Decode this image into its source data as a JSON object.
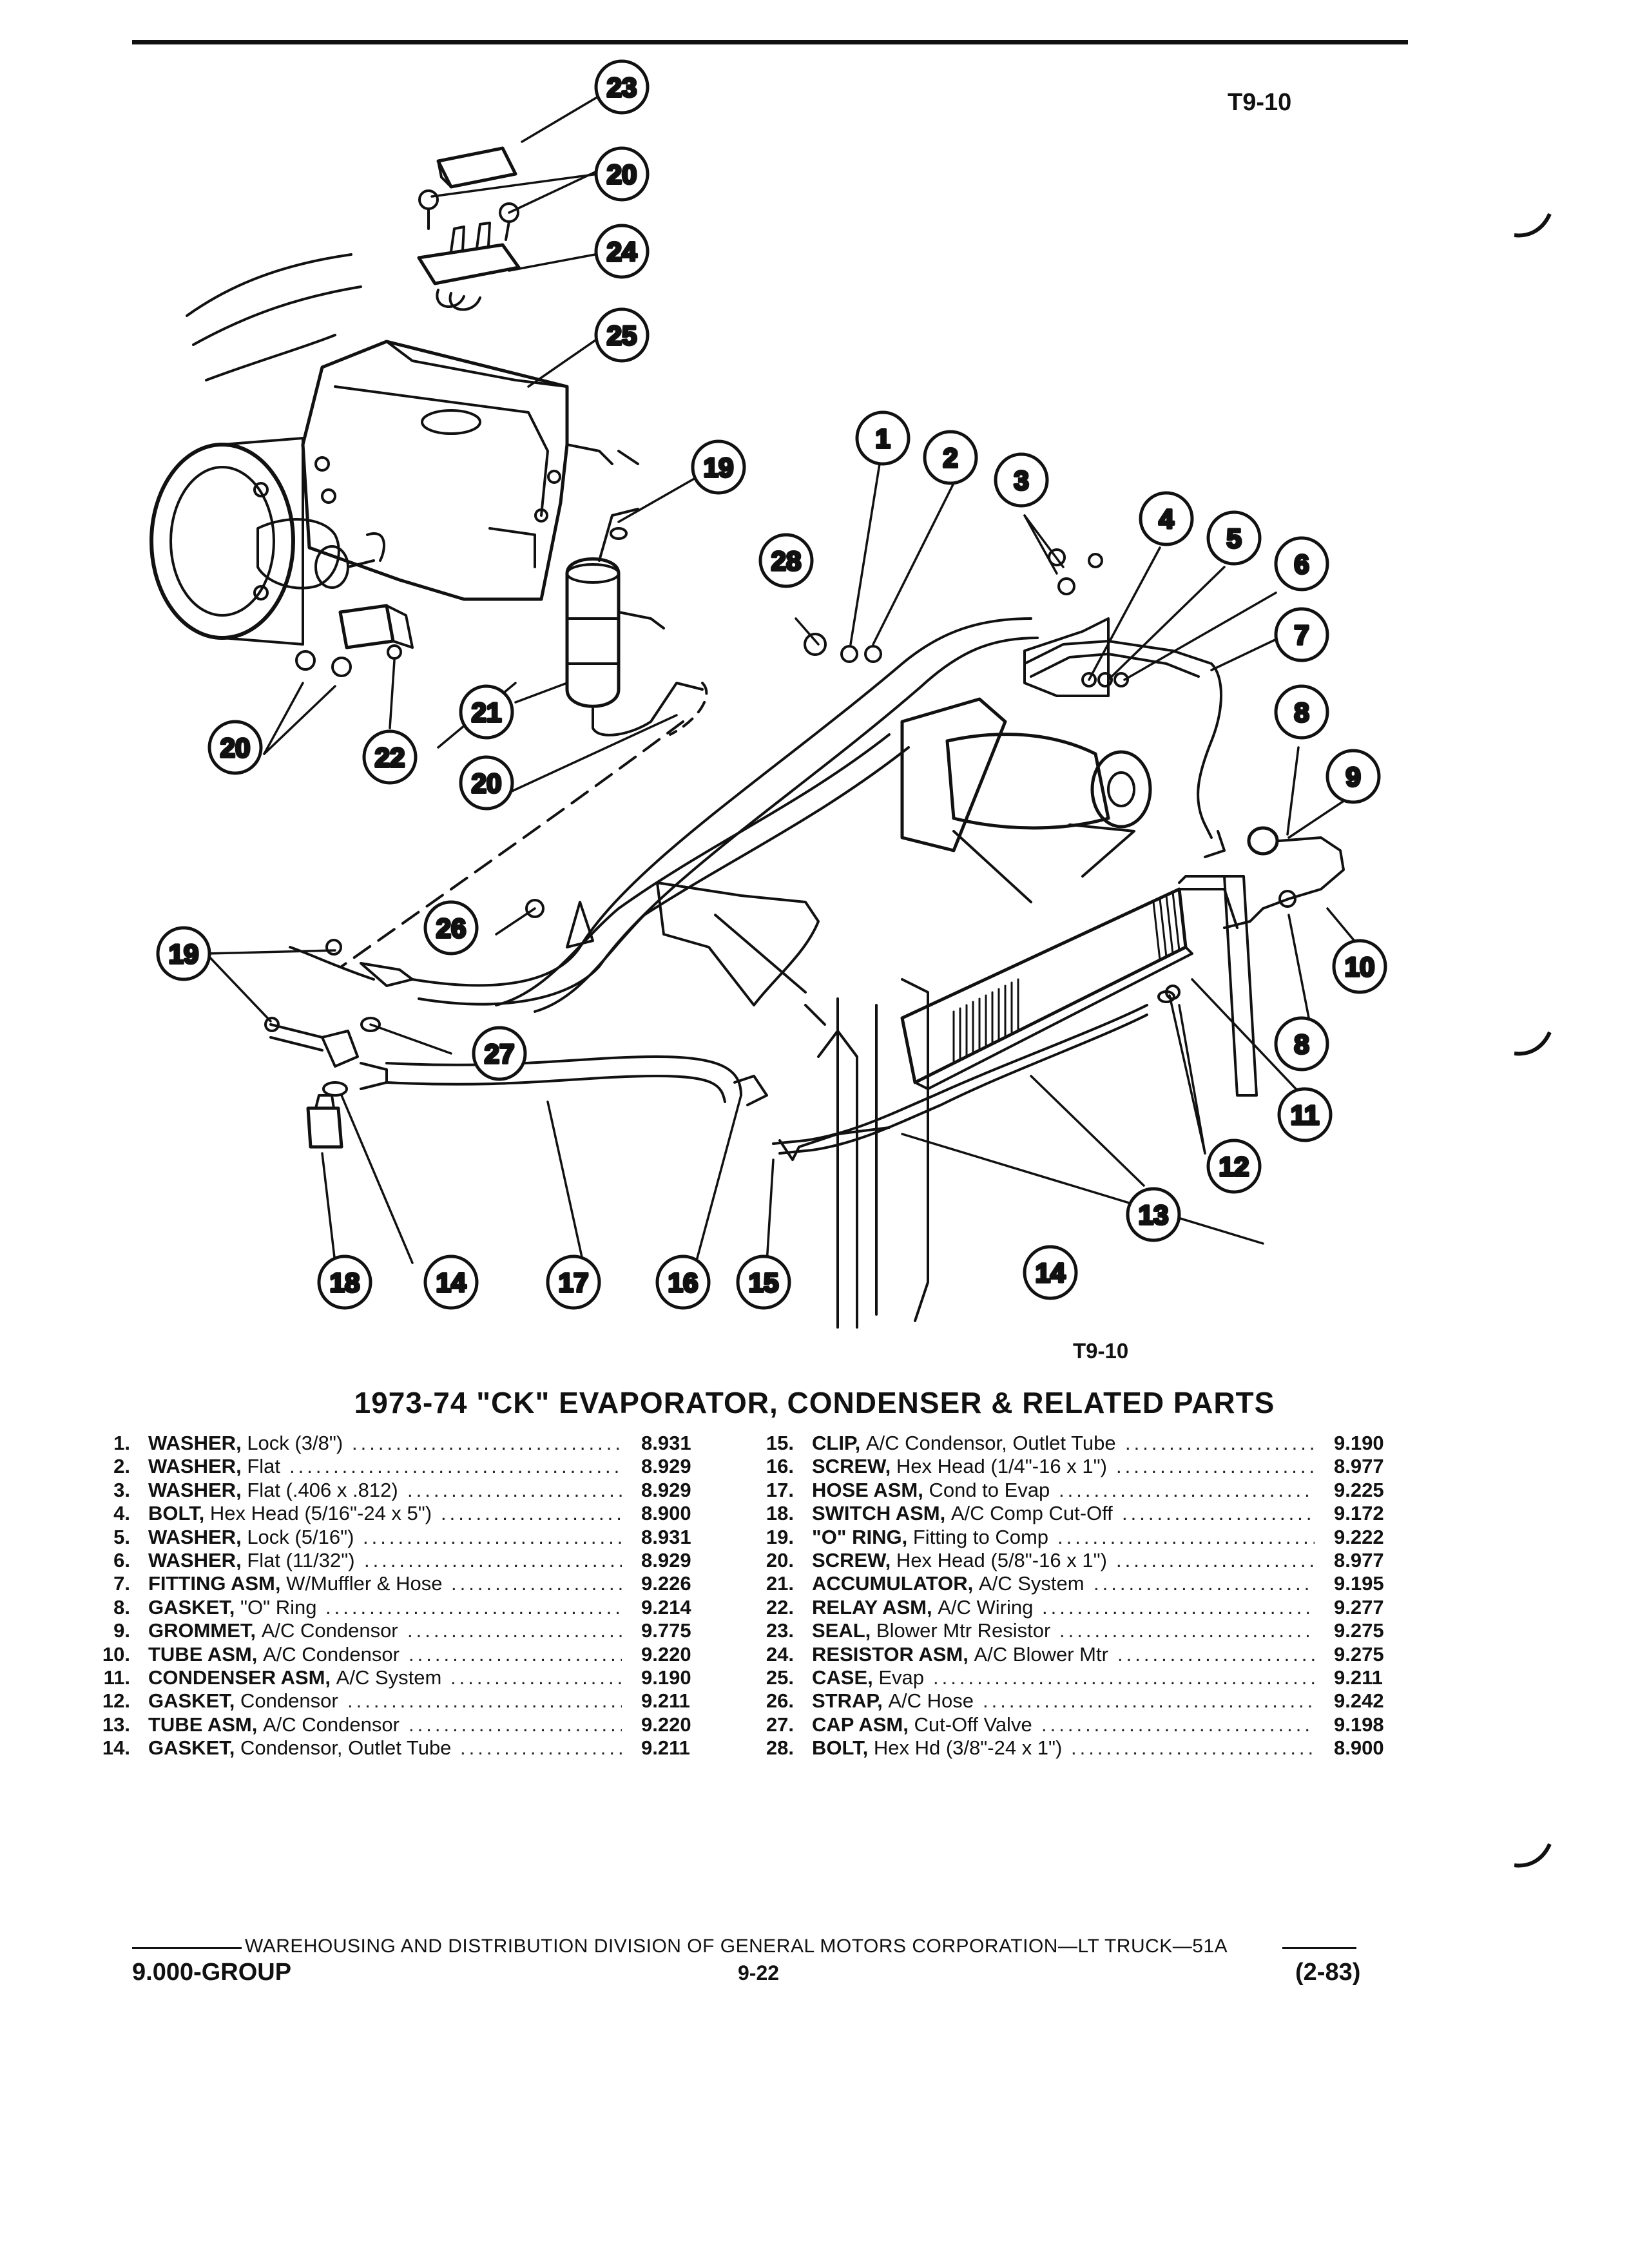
{
  "figure_code_top": "T9-10",
  "figure_code_bottom": "T9-10",
  "title": "1973-74 \"CK\" EVAPORATOR, CONDENSER & RELATED PARTS",
  "callouts": [
    "1",
    "2",
    "3",
    "4",
    "5",
    "6",
    "7",
    "8",
    "9",
    "10",
    "11",
    "12",
    "13",
    "14",
    "15",
    "16",
    "17",
    "18",
    "19",
    "20",
    "21",
    "22",
    "23",
    "24",
    "25",
    "26",
    "27",
    "28"
  ],
  "parts_left": [
    {
      "num": "1.",
      "name": "WASHER,",
      "desc": "Lock (3/8\")",
      "group": "8.931"
    },
    {
      "num": "2.",
      "name": "WASHER,",
      "desc": "Flat",
      "group": "8.929"
    },
    {
      "num": "3.",
      "name": "WASHER,",
      "desc": "Flat (.406 x .812)",
      "group": "8.929"
    },
    {
      "num": "4.",
      "name": "BOLT,",
      "desc": "Hex Head (5/16\"-24 x 5\")",
      "group": "8.900"
    },
    {
      "num": "5.",
      "name": "WASHER,",
      "desc": "Lock (5/16\")",
      "group": "8.931"
    },
    {
      "num": "6.",
      "name": "WASHER,",
      "desc": "Flat (11/32\")",
      "group": "8.929"
    },
    {
      "num": "7.",
      "name": "FITTING ASM,",
      "desc": "W/Muffler & Hose",
      "group": "9.226"
    },
    {
      "num": "8.",
      "name": "GASKET,",
      "desc": "\"O\" Ring",
      "group": "9.214"
    },
    {
      "num": "9.",
      "name": "GROMMET,",
      "desc": "A/C Condensor",
      "group": "9.775"
    },
    {
      "num": "10.",
      "name": "TUBE ASM,",
      "desc": "A/C Condensor",
      "group": "9.220"
    },
    {
      "num": "11.",
      "name": "CONDENSER ASM,",
      "desc": "A/C System",
      "group": "9.190"
    },
    {
      "num": "12.",
      "name": "GASKET,",
      "desc": "Condensor",
      "group": "9.211"
    },
    {
      "num": "13.",
      "name": "TUBE ASM,",
      "desc": "A/C Condensor",
      "group": "9.220"
    },
    {
      "num": "14.",
      "name": "GASKET,",
      "desc": "Condensor, Outlet Tube",
      "group": "9.211"
    }
  ],
  "parts_right": [
    {
      "num": "15.",
      "name": "CLIP,",
      "desc": "A/C Condensor, Outlet Tube",
      "group": "9.190"
    },
    {
      "num": "16.",
      "name": "SCREW,",
      "desc": "Hex Head (1/4\"-16 x 1\")",
      "group": "8.977"
    },
    {
      "num": "17.",
      "name": "HOSE ASM,",
      "desc": "Cond to Evap",
      "group": "9.225"
    },
    {
      "num": "18.",
      "name": "SWITCH ASM,",
      "desc": "A/C Comp Cut-Off",
      "group": "9.172"
    },
    {
      "num": "19.",
      "name": "\"O\" RING,",
      "desc": "Fitting to Comp",
      "group": "9.222"
    },
    {
      "num": "20.",
      "name": "SCREW,",
      "desc": "Hex Head (5/8\"-16 x 1\")",
      "group": "8.977"
    },
    {
      "num": "21.",
      "name": "ACCUMULATOR,",
      "desc": "A/C System",
      "group": "9.195"
    },
    {
      "num": "22.",
      "name": "RELAY ASM,",
      "desc": "A/C Wiring",
      "group": "9.277"
    },
    {
      "num": "23.",
      "name": "SEAL,",
      "desc": "Blower Mtr Resistor",
      "group": "9.275"
    },
    {
      "num": "24.",
      "name": "RESISTOR ASM,",
      "desc": "A/C Blower Mtr",
      "group": "9.275"
    },
    {
      "num": "25.",
      "name": "CASE,",
      "desc": "Evap",
      "group": "9.211"
    },
    {
      "num": "26.",
      "name": "STRAP,",
      "desc": "A/C Hose",
      "group": "9.242"
    },
    {
      "num": "27.",
      "name": "CAP ASM,",
      "desc": "Cut-Off Valve",
      "group": "9.198"
    },
    {
      "num": "28.",
      "name": "BOLT,",
      "desc": "Hex Hd (3/8\"-24 x 1\")",
      "group": "8.900"
    }
  ],
  "footer": {
    "division": "WAREHOUSING AND DISTRIBUTION DIVISION OF GENERAL MOTORS CORPORATION—LT TRUCK—51A",
    "group": "9.000-GROUP",
    "page": "9-22",
    "date": "(2-83)"
  }
}
